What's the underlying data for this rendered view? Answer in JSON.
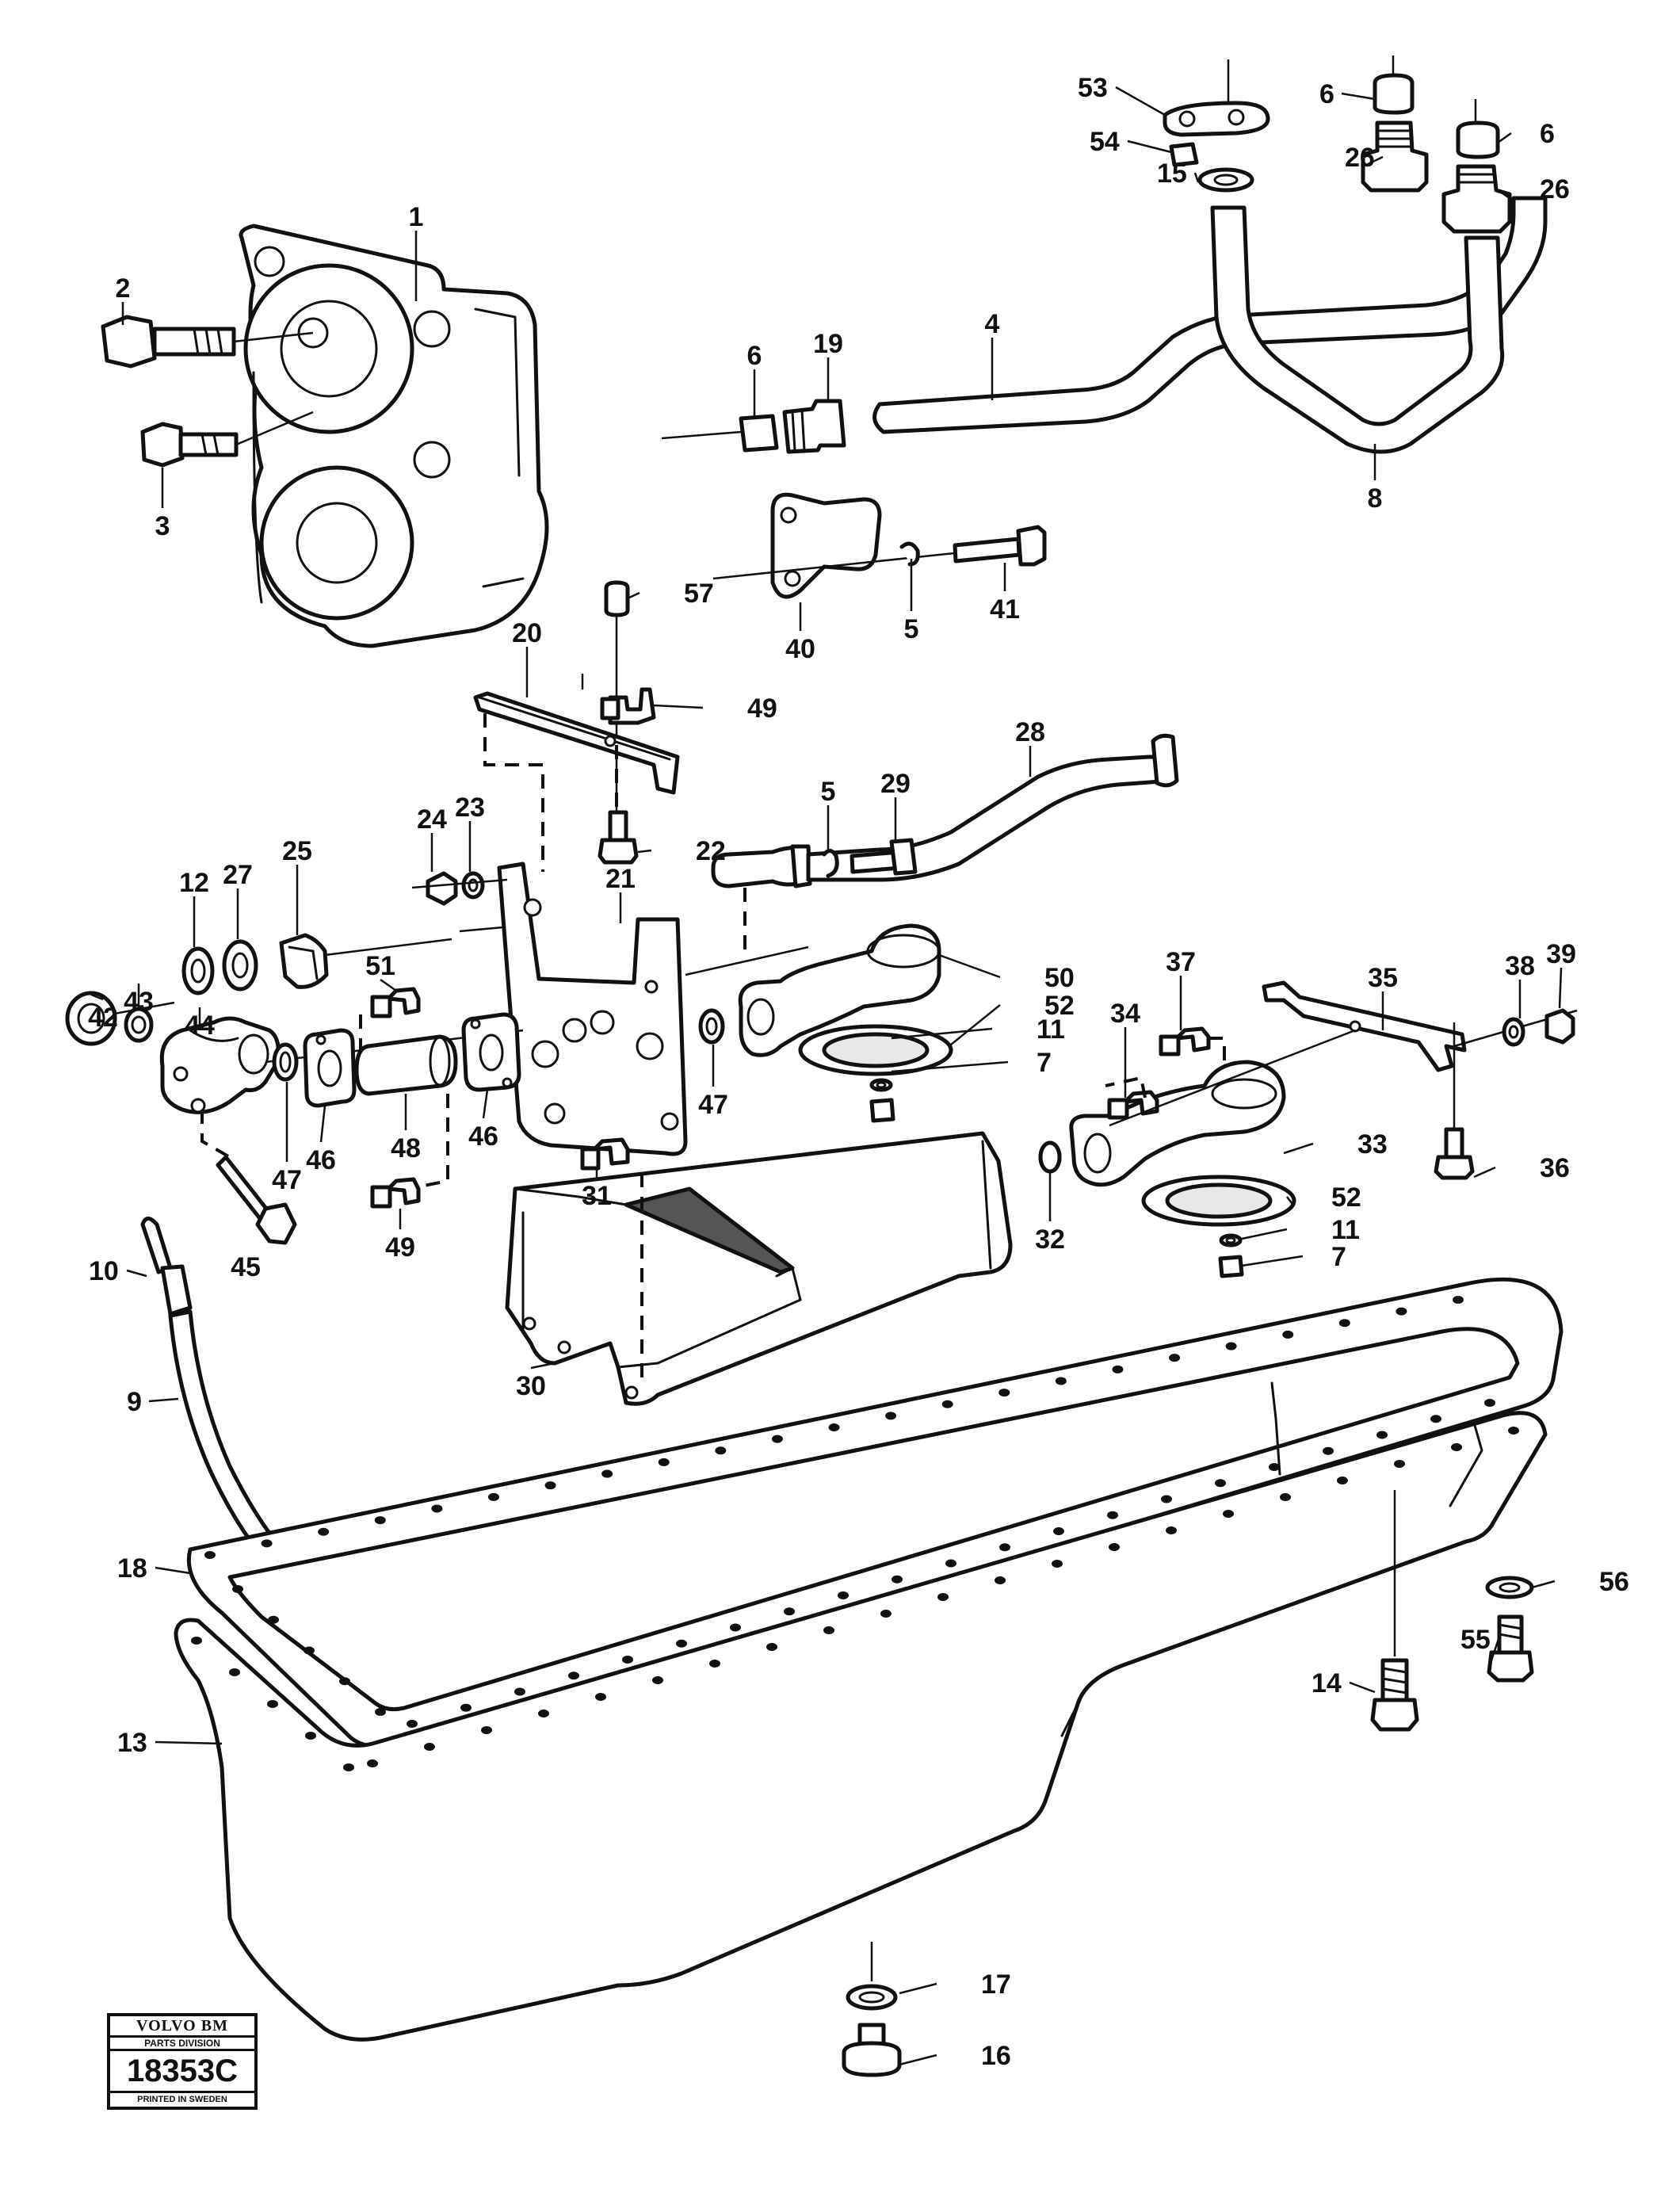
{
  "stamp": {
    "brand": "VOLVO BM",
    "division": "PARTS DIVISION",
    "code": "18353C",
    "printed": "PRINTED IN SWEDEN"
  },
  "callouts": [
    "1",
    "2",
    "3",
    "4",
    "5",
    "5",
    "6",
    "6",
    "6",
    "7",
    "7",
    "8",
    "9",
    "10",
    "11",
    "11",
    "12",
    "13",
    "14",
    "15",
    "16",
    "17",
    "18",
    "19",
    "20",
    "21",
    "22",
    "23",
    "24",
    "25",
    "26",
    "26",
    "27",
    "28",
    "29",
    "30",
    "31",
    "32",
    "33",
    "34",
    "35",
    "36",
    "37",
    "38",
    "39",
    "40",
    "41",
    "42",
    "43",
    "44",
    "45",
    "46",
    "46",
    "47",
    "47",
    "48",
    "49",
    "49",
    "50",
    "51",
    "52",
    "52",
    "53",
    "54",
    "55",
    "56",
    "57"
  ]
}
